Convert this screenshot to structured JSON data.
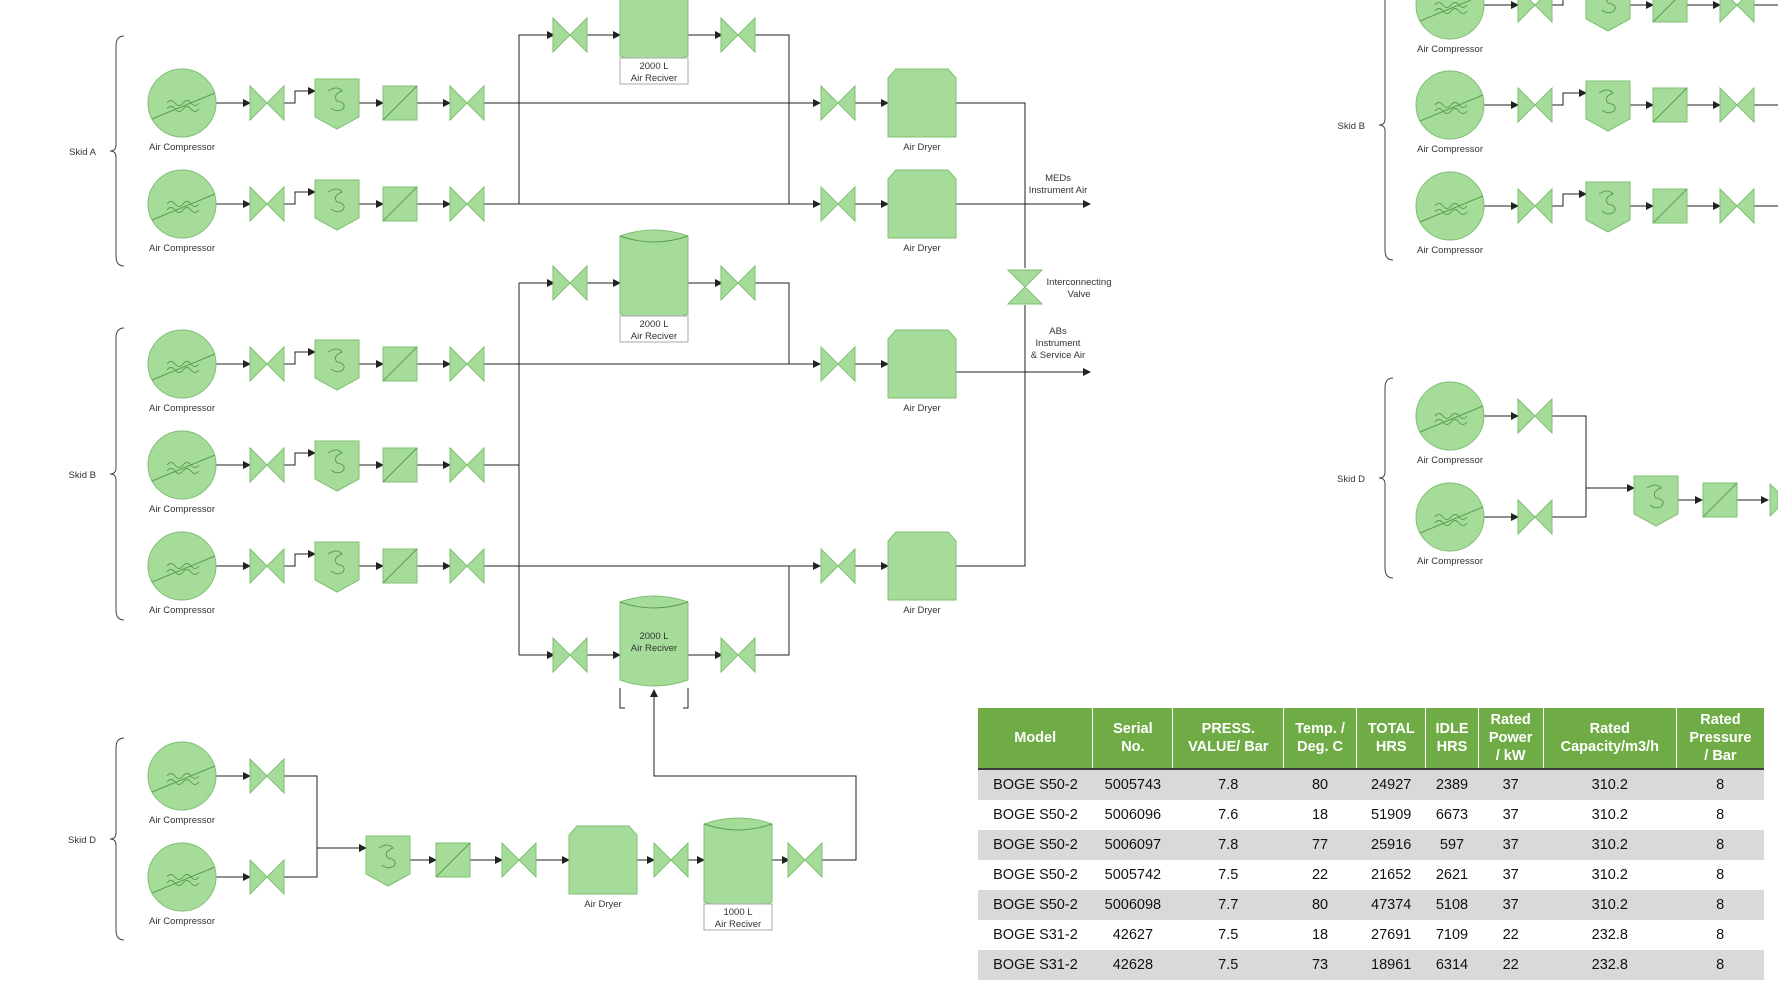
{
  "labels": {
    "compressor": "Air Compressor",
    "dryer": "Air Dryer",
    "receiver_2000_line1": "2000 L",
    "receiver_2000_line2": "Air Reciver",
    "receiver_1000_line1": "1000 L",
    "receiver_1000_line2": "Air Reciver",
    "interconnecting_valve_line1": "Interconnecting",
    "interconnecting_valve_line2": "Valve",
    "meds_line1": "MEDs",
    "meds_line2": "Instrument Air",
    "abs_line1": "ABs",
    "abs_line2": "Instrument",
    "abs_line3": "& Service Air"
  },
  "skids": {
    "a": "Skid A",
    "b": "Skid B",
    "d": "Skid D"
  },
  "colors": {
    "equipment_fill": "#a6dc9a",
    "equipment_stroke": "#7fbf73",
    "table_header": "#6fac46",
    "row_shade": "#d9d9d9"
  },
  "table": {
    "headers": [
      [
        "Model"
      ],
      [
        "Serial",
        "No."
      ],
      [
        "PRESS.",
        "VALUE/ Bar"
      ],
      [
        "Temp. /",
        "Deg. C"
      ],
      [
        "TOTAL",
        "HRS"
      ],
      [
        "IDLE",
        "HRS"
      ],
      [
        "Rated",
        "Power",
        "/ kW"
      ],
      [
        "Rated",
        "Capacity/m3/h"
      ],
      [
        "Rated",
        "Pressure",
        "/ Bar"
      ]
    ],
    "rows": [
      [
        "BOGE S50-2",
        "5005743",
        "7.8",
        "80",
        "24927",
        "2389",
        "37",
        "310.2",
        "8"
      ],
      [
        "BOGE S50-2",
        "5006096",
        "7.6",
        "18",
        "51909",
        "6673",
        "37",
        "310.2",
        "8"
      ],
      [
        "BOGE S50-2",
        "5006097",
        "7.8",
        "77",
        "25916",
        "597",
        "37",
        "310.2",
        "8"
      ],
      [
        "BOGE S50-2",
        "5005742",
        "7.5",
        "22",
        "21652",
        "2621",
        "37",
        "310.2",
        "8"
      ],
      [
        "BOGE S50-2",
        "5006098",
        "7.7",
        "80",
        "47374",
        "5108",
        "37",
        "310.2",
        "8"
      ],
      [
        "BOGE S31-2",
        "42627",
        "7.5",
        "18",
        "27691",
        "7109",
        "22",
        "232.8",
        "8"
      ],
      [
        "BOGE S31-2",
        "42628",
        "7.5",
        "73",
        "18961",
        "6314",
        "22",
        "232.8",
        "8"
      ]
    ]
  }
}
